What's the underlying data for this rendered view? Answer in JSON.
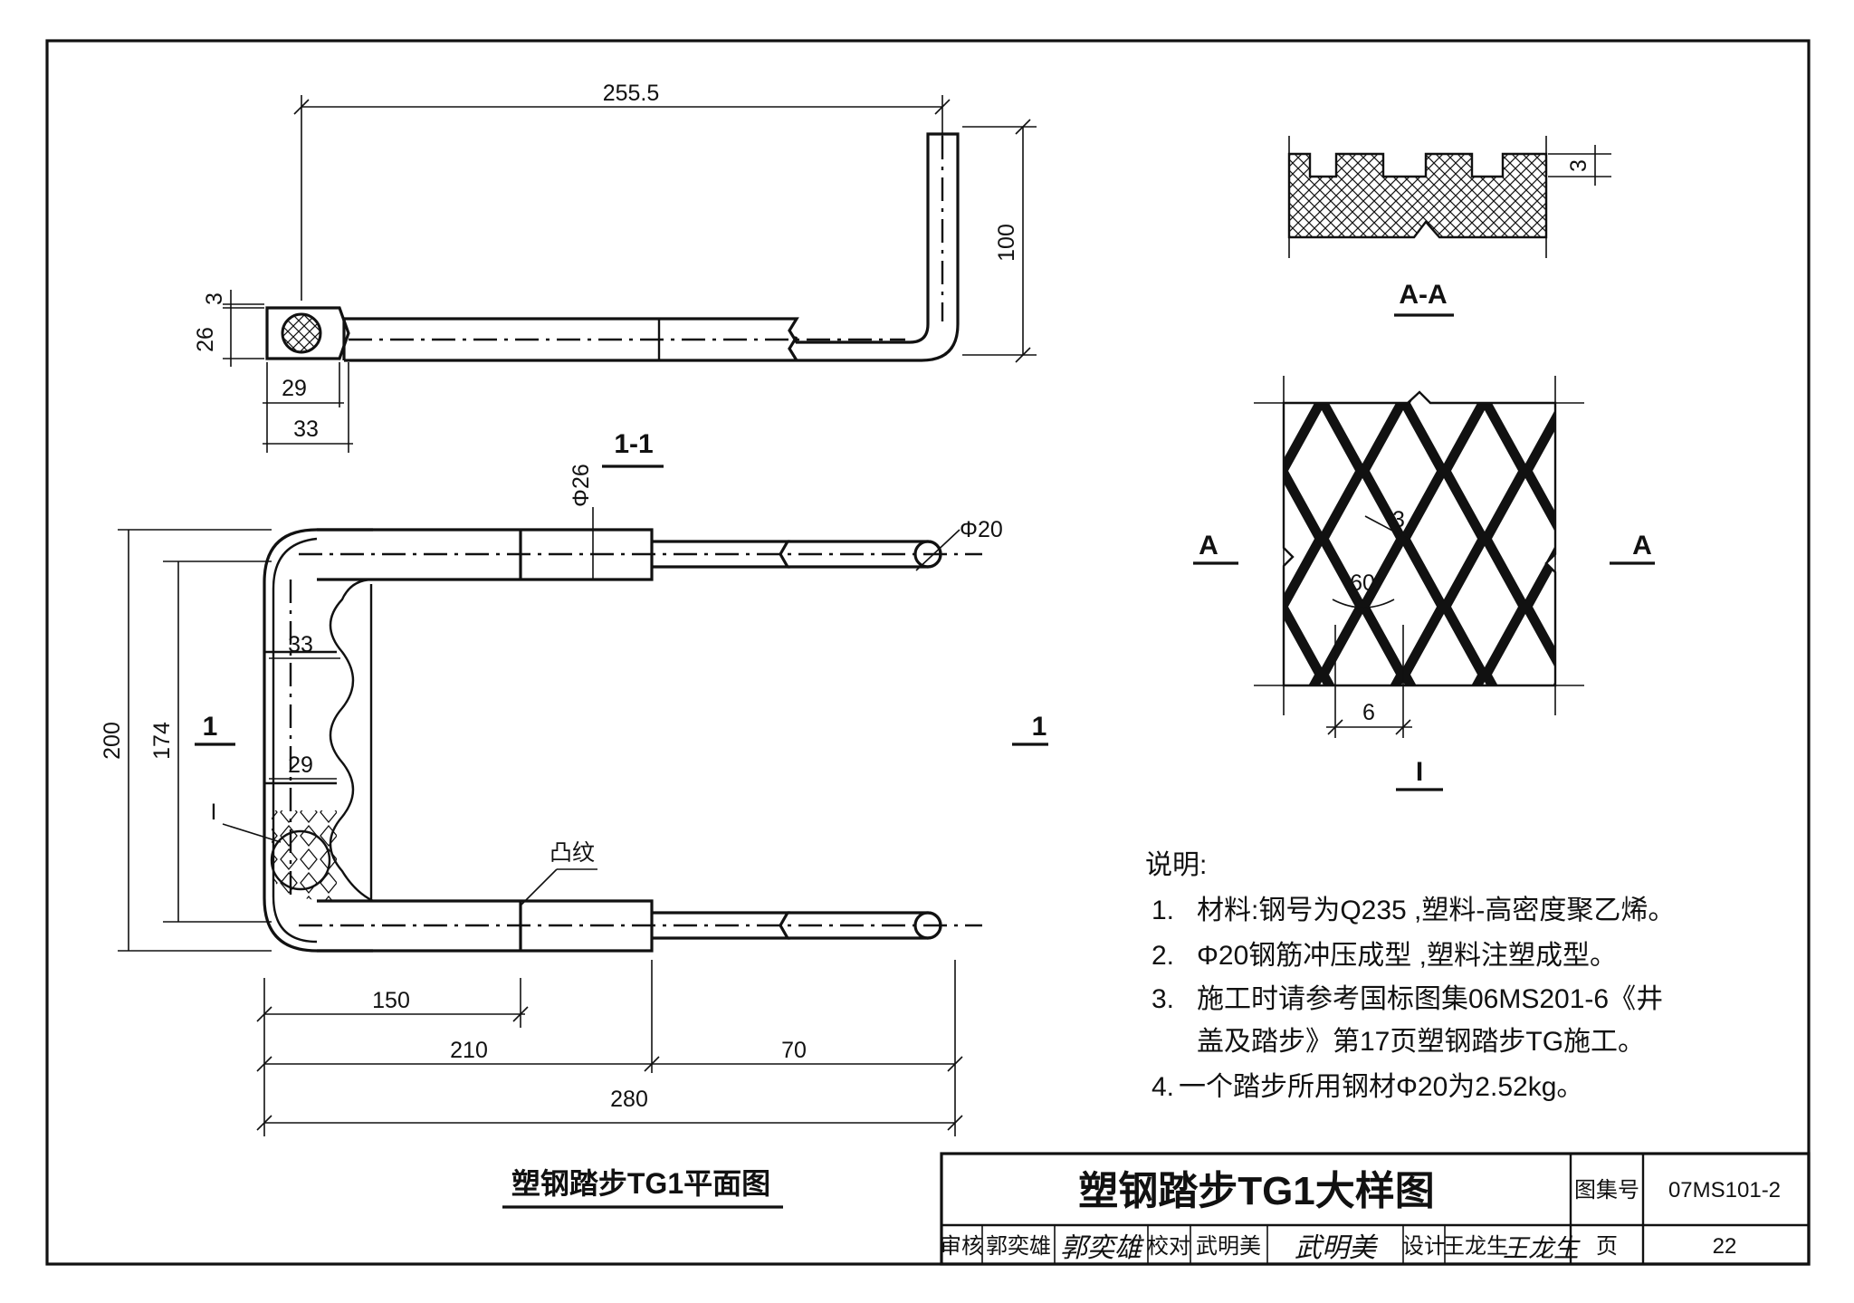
{
  "drawing": {
    "section_1_1": {
      "label": "1-1",
      "dims": {
        "length": "255.5",
        "height": "100",
        "gap": "3",
        "thickness": "26",
        "inner": "29",
        "outer": "33"
      }
    },
    "plan": {
      "dims": {
        "outer_height": "200",
        "inner_height": "174",
        "diameter_plastic": "Φ26",
        "diameter_bar": "Φ20",
        "width_33": "33",
        "width_29": "29",
        "len_150": "150",
        "len_210": "210",
        "len_70": "70",
        "len_280": "280"
      },
      "marker_I": "I",
      "emboss_label": "凸纹",
      "section_mark": "1",
      "title": "塑钢踏步TG1平面图"
    },
    "section_A_A": {
      "label": "A-A",
      "dim_depth": "3"
    },
    "detail_I": {
      "label": "I",
      "dim_3": "3",
      "angle": "60°",
      "dim_6": "6",
      "cut_mark": "A"
    }
  },
  "notes": {
    "heading": "说明:",
    "items": [
      {
        "num": "1.",
        "lines": [
          "材料:钢号为Q235 ,塑料-高密度聚乙烯。"
        ]
      },
      {
        "num": "2.",
        "lines": [
          "Φ20钢筋冲压成型 ,塑料注塑成型。"
        ]
      },
      {
        "num": "3.",
        "lines": [
          "施工时请参考国标图集06MS201-6《井",
          "盖及踏步》第17页塑钢踏步TG施工。"
        ]
      },
      {
        "num": "4.",
        "lines": [
          "一个踏步所用钢材Φ20为2.52kg。"
        ]
      }
    ]
  },
  "title_block": {
    "title": "塑钢踏步TG1大样图",
    "atlas_label": "图集号",
    "atlas_no": "07MS101-2",
    "page_label": "页",
    "page_no": "22",
    "review_label": "审核",
    "reviewer": "郭奕雄",
    "reviewer_sig": "郭奕雄",
    "check_label": "校对",
    "checker": "武明美",
    "checker_sig": "武明美",
    "design_label": "设计",
    "designer": "王龙生",
    "designer_sig": "王龙生"
  }
}
